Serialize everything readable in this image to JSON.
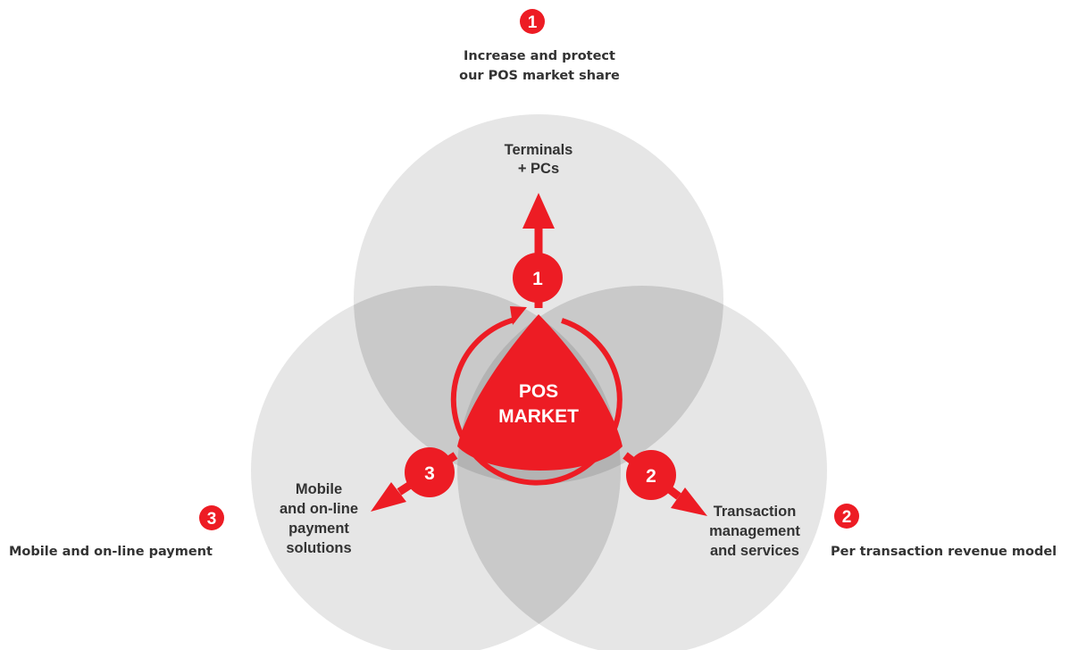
{
  "diagram": {
    "center": {
      "line1": "POS",
      "line2": "MARKET"
    },
    "circles": [
      {
        "number": "1",
        "label_lines": [
          "Terminals",
          "+ PCs"
        ]
      },
      {
        "number": "2",
        "label_lines": [
          "Transaction",
          "management",
          "and services"
        ]
      },
      {
        "number": "3",
        "label_lines": [
          "Mobile",
          "and on-line",
          "payment",
          "solutions"
        ]
      }
    ],
    "goals": [
      {
        "number": "1",
        "lines": [
          "Increase and protect",
          "our POS market share"
        ]
      },
      {
        "number": "2",
        "lines": [
          "Per transaction revenue model"
        ]
      },
      {
        "number": "3",
        "lines": [
          "Mobile and on-line payment"
        ]
      }
    ],
    "colors": {
      "accent_red": "#ed1c24",
      "circle_light": "#e6e6e6",
      "overlap_mid": "#c9c9c9",
      "overlap_dark": "#b3b3b3",
      "label_text": "#333333",
      "inner_text": "#ffffff"
    }
  }
}
